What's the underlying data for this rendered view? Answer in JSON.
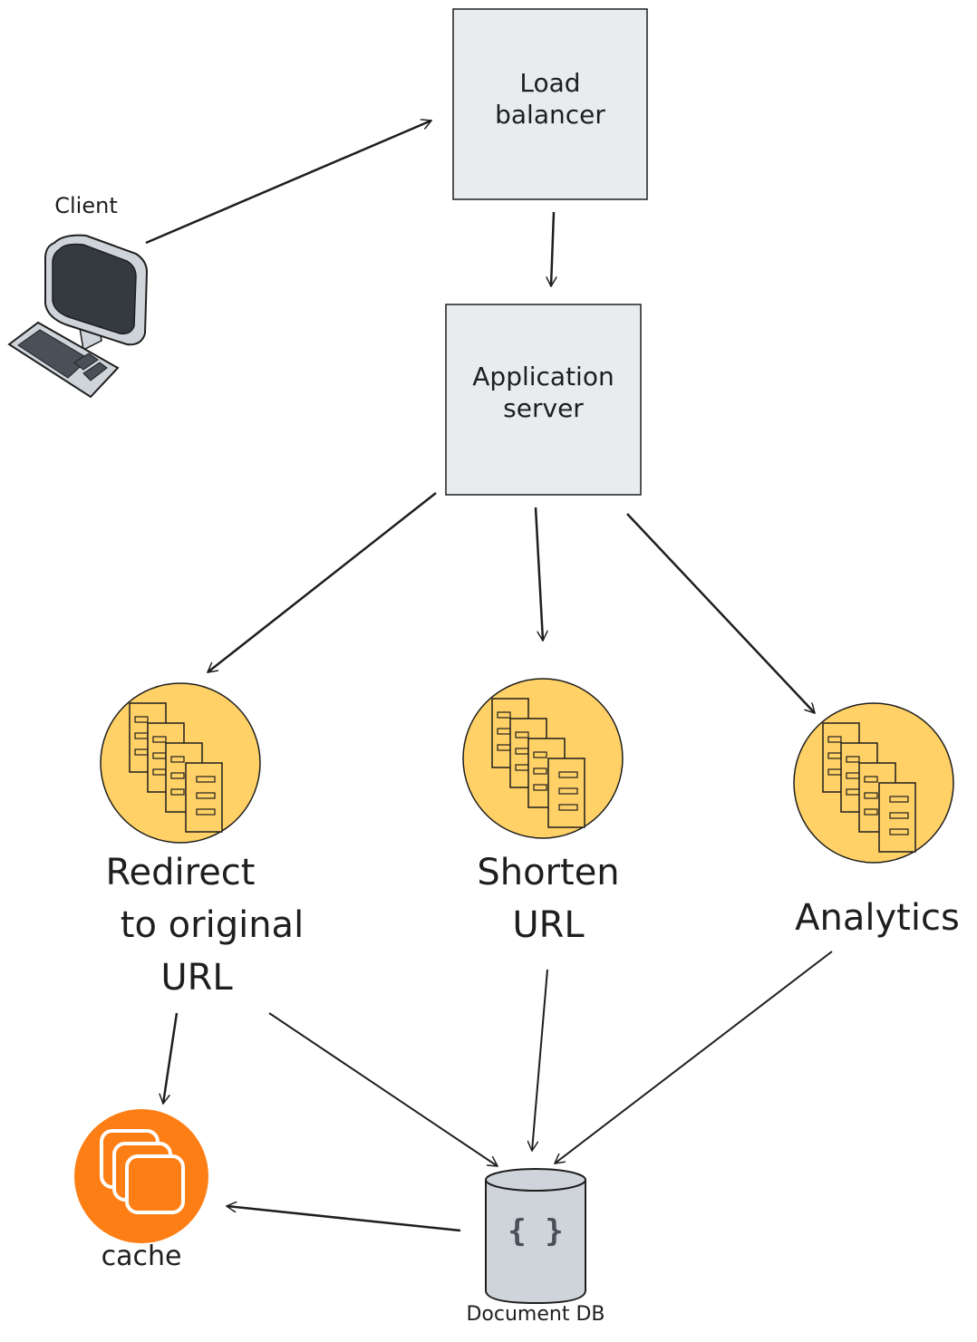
{
  "nodes": {
    "client": {
      "label": "Client"
    },
    "load_balancer": {
      "label_line1": "Load",
      "label_line2": "balancer"
    },
    "app_server": {
      "label_line1": "Application",
      "label_line2": "server"
    },
    "redirect": {
      "label_line1": "Redirect",
      "label_line2": "to original",
      "label_line3": "URL"
    },
    "shorten": {
      "label_line1": "Shorten",
      "label_line2": "URL"
    },
    "analytics": {
      "label": "Analytics"
    },
    "cache": {
      "label": "cache"
    },
    "document_db": {
      "label": "Document DB",
      "glyph": "{ }"
    }
  },
  "colors": {
    "box_fill": "#e9ecef",
    "service_fill": "#ffd166",
    "cache_fill": "#fd7e14",
    "db_fill": "#ced4da",
    "stroke": "#1e1e1e"
  },
  "edges": [
    {
      "from": "client",
      "to": "load_balancer"
    },
    {
      "from": "load_balancer",
      "to": "app_server"
    },
    {
      "from": "app_server",
      "to": "redirect"
    },
    {
      "from": "app_server",
      "to": "shorten"
    },
    {
      "from": "app_server",
      "to": "analytics"
    },
    {
      "from": "redirect",
      "to": "cache"
    },
    {
      "from": "redirect",
      "to": "document_db"
    },
    {
      "from": "shorten",
      "to": "document_db"
    },
    {
      "from": "analytics",
      "to": "document_db"
    },
    {
      "from": "document_db",
      "to": "cache"
    }
  ]
}
